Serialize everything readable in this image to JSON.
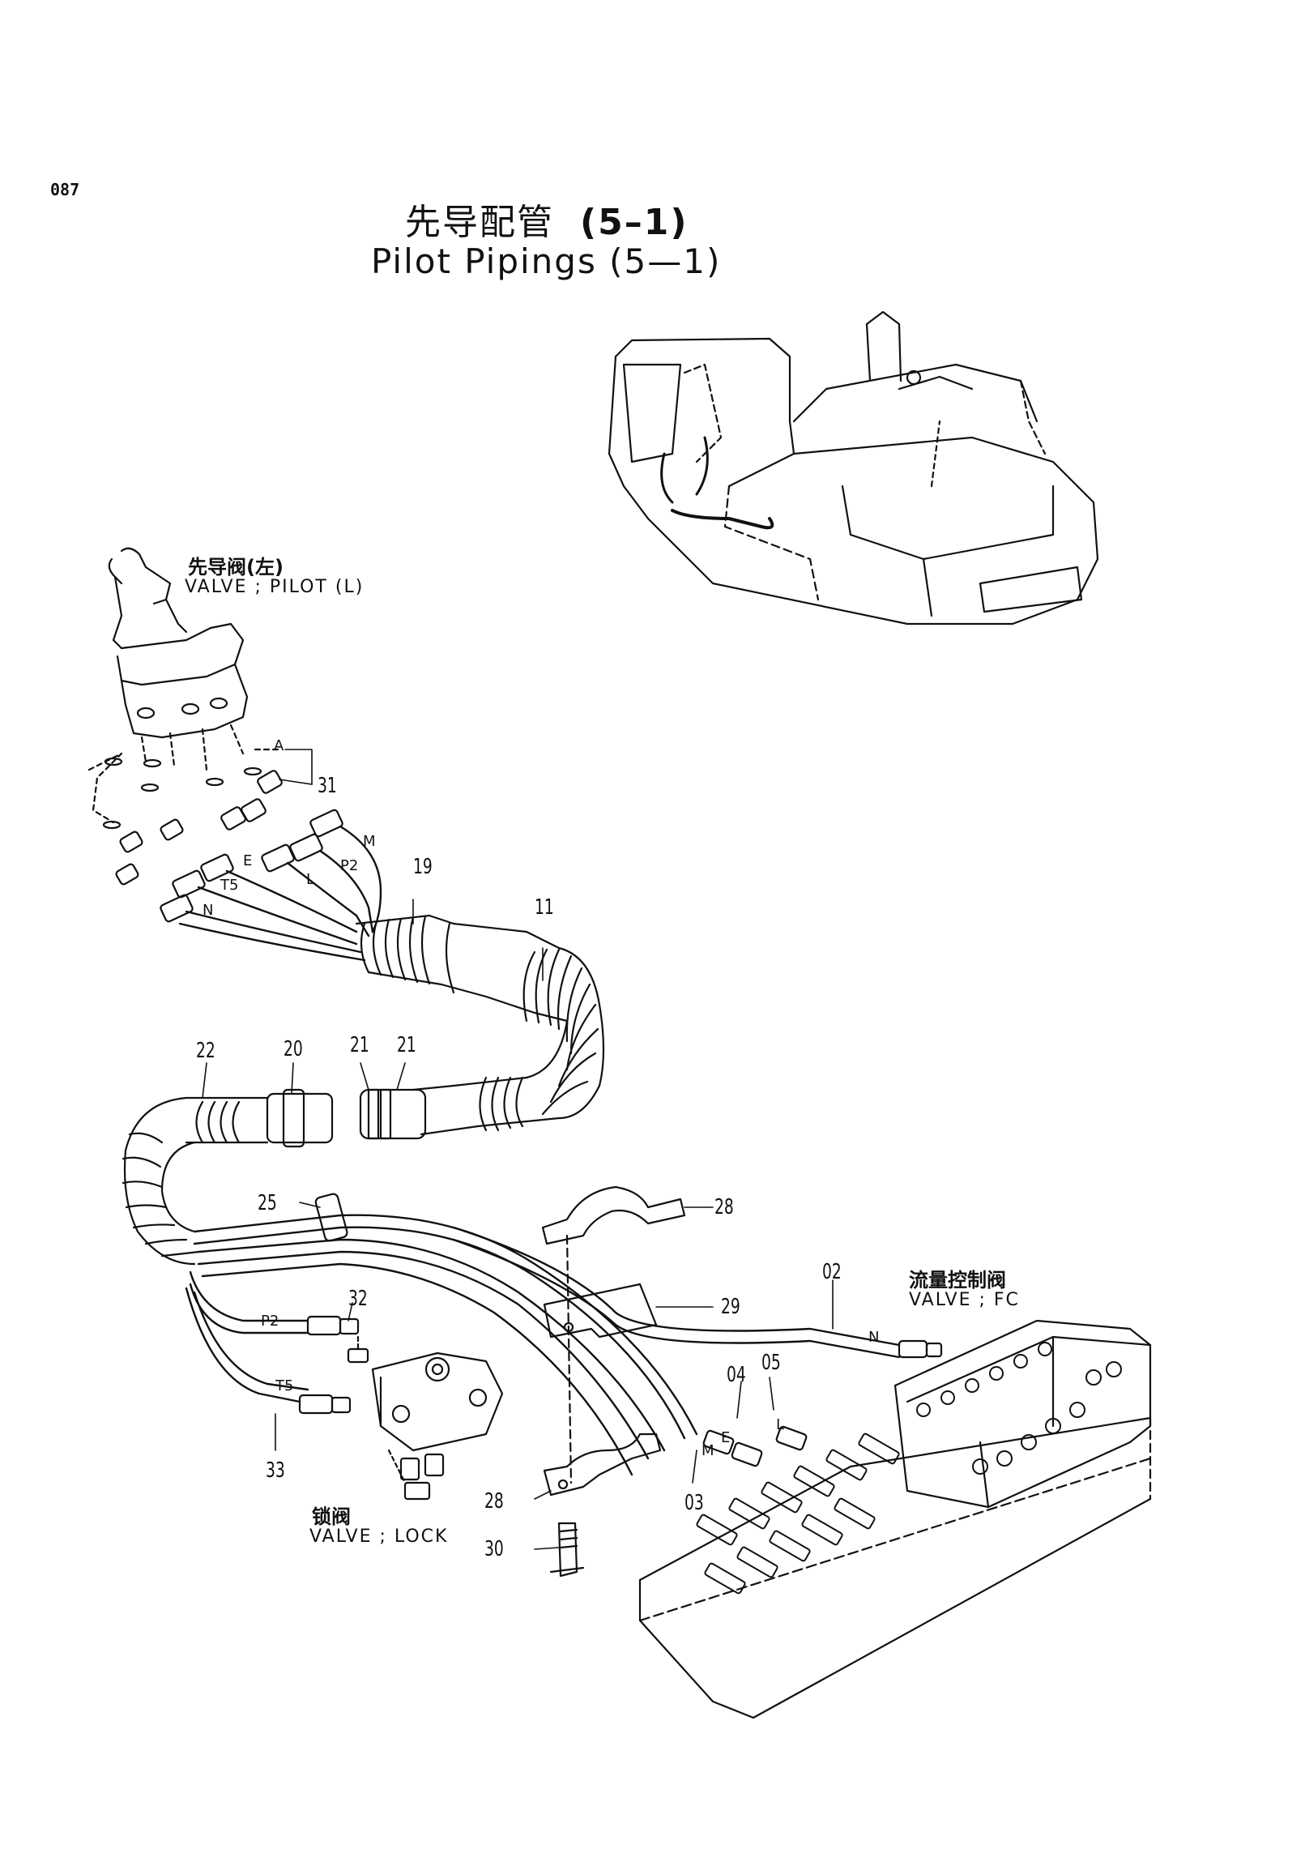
{
  "page_number": "087",
  "title": {
    "cn": "先导配管",
    "cn_part": "(5–1)",
    "en": "Pilot Pipings (5—1)"
  },
  "components": {
    "pilot_valve": {
      "cn": "先导阀(左)",
      "en": "VALVE ; PILOT (L)"
    },
    "fc_valve": {
      "cn": "流量控制阀",
      "en": "VALVE ; FC"
    },
    "lock_valve": {
      "cn": "锁阀",
      "en": "VALVE ; LOCK"
    }
  },
  "callouts": [
    "31",
    "19",
    "11",
    "22",
    "20",
    "21",
    "21",
    "25",
    "28",
    "02",
    "29",
    "32",
    "04",
    "05",
    "33",
    "03",
    "28",
    "30"
  ],
  "port_letters": [
    "A",
    "M",
    "P2",
    "E",
    "L",
    "T5",
    "N",
    "P2",
    "T5",
    "N",
    "M",
    "E",
    "L"
  ]
}
